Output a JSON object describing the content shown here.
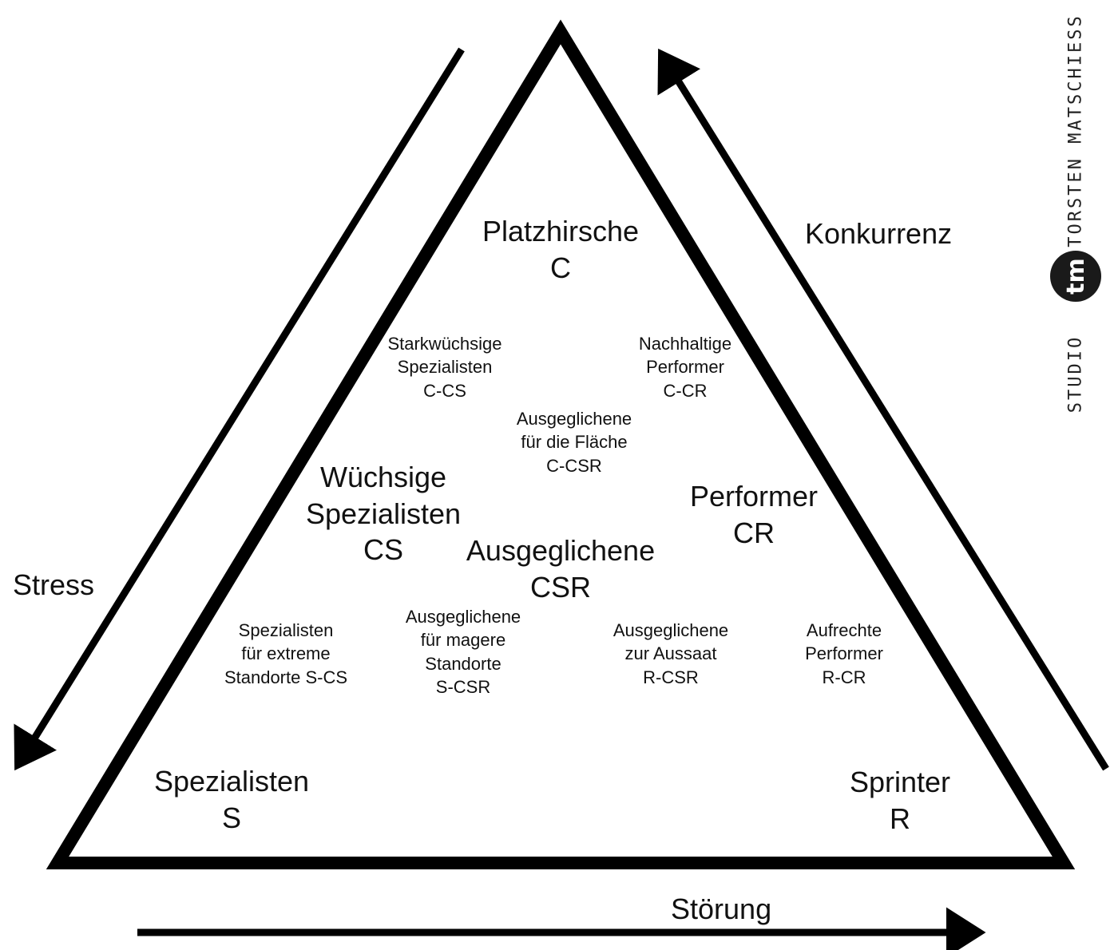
{
  "vertices": {
    "top": {
      "name": "Platzhirsche",
      "code": "C"
    },
    "bottom_left": {
      "name": "Spezialisten",
      "code": "S"
    },
    "bottom_right": {
      "name": "Sprinter",
      "code": "R"
    }
  },
  "mid_labels": {
    "cs": {
      "lines": [
        "Wüchsige",
        "Spezialisten",
        "CS"
      ]
    },
    "csr": {
      "lines": [
        "Ausgeglichene",
        "CSR"
      ]
    },
    "cr": {
      "lines": [
        "Performer",
        "CR"
      ]
    }
  },
  "sub_labels": {
    "c_cs": {
      "lines": [
        "Starkwüchsige",
        "Spezialisten",
        "C-CS"
      ]
    },
    "c_cr": {
      "lines": [
        "Nachhaltige",
        "Performer",
        "C-CR"
      ]
    },
    "c_csr": {
      "lines": [
        "Ausgeglichene",
        "für die Fläche",
        "C-CSR"
      ]
    },
    "s_cs": {
      "lines": [
        "Spezialisten",
        "für extreme",
        "Standorte S-CS"
      ]
    },
    "s_csr": {
      "lines": [
        "Ausgeglichene",
        "für magere",
        "Standorte",
        "S-CSR"
      ]
    },
    "r_csr": {
      "lines": [
        "Ausgeglichene",
        "zur Aussaat",
        "R-CSR"
      ]
    },
    "r_cr": {
      "lines": [
        "Aufrechte",
        "Performer",
        "R-CR"
      ]
    }
  },
  "axes": {
    "stress": "Stress",
    "konkurrenz": "Konkurrenz",
    "stoerung": "Störung"
  },
  "brand": {
    "top_text": "TORSTEN MATSCHIESS",
    "logo_text": "tm",
    "bottom_text": "STUDIO"
  },
  "colors": {
    "stroke": "#000000",
    "text": "#111111",
    "background": "#ffffff"
  }
}
